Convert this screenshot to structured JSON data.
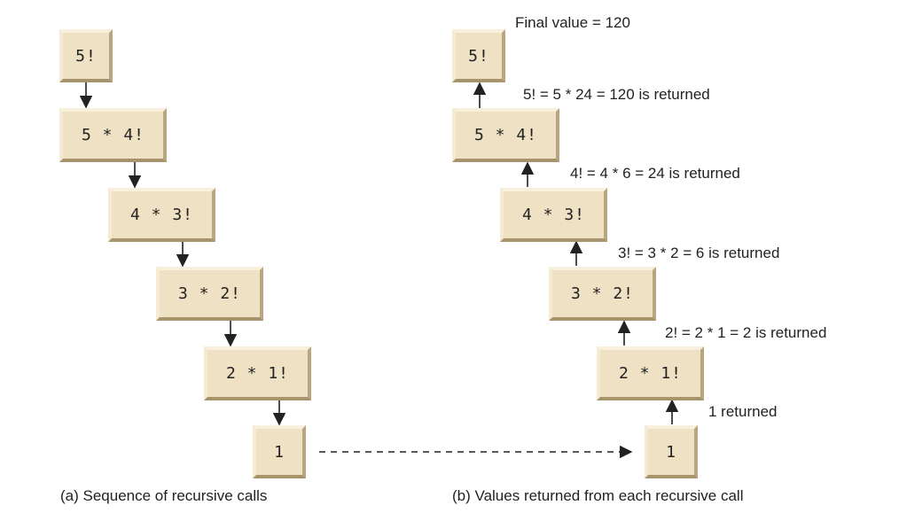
{
  "left": {
    "boxes": [
      "5!",
      "5 * 4!",
      "4 * 3!",
      "3 * 2!",
      "2 * 1!",
      "1"
    ],
    "caption": "(a) Sequence of recursive calls"
  },
  "right": {
    "boxes": [
      "5!",
      "5 * 4!",
      "4 * 3!",
      "3 * 2!",
      "2 * 1!",
      "1"
    ],
    "labels": [
      "Final value = 120",
      "5! = 5 * 24 = 120 is returned",
      "4! = 4 * 6 = 24 is returned",
      "3! = 3 * 2 = 6 is returned",
      "2! = 2 * 1 = 2 is returned",
      "1 returned"
    ],
    "caption": "(b) Values returned from each recursive call"
  }
}
